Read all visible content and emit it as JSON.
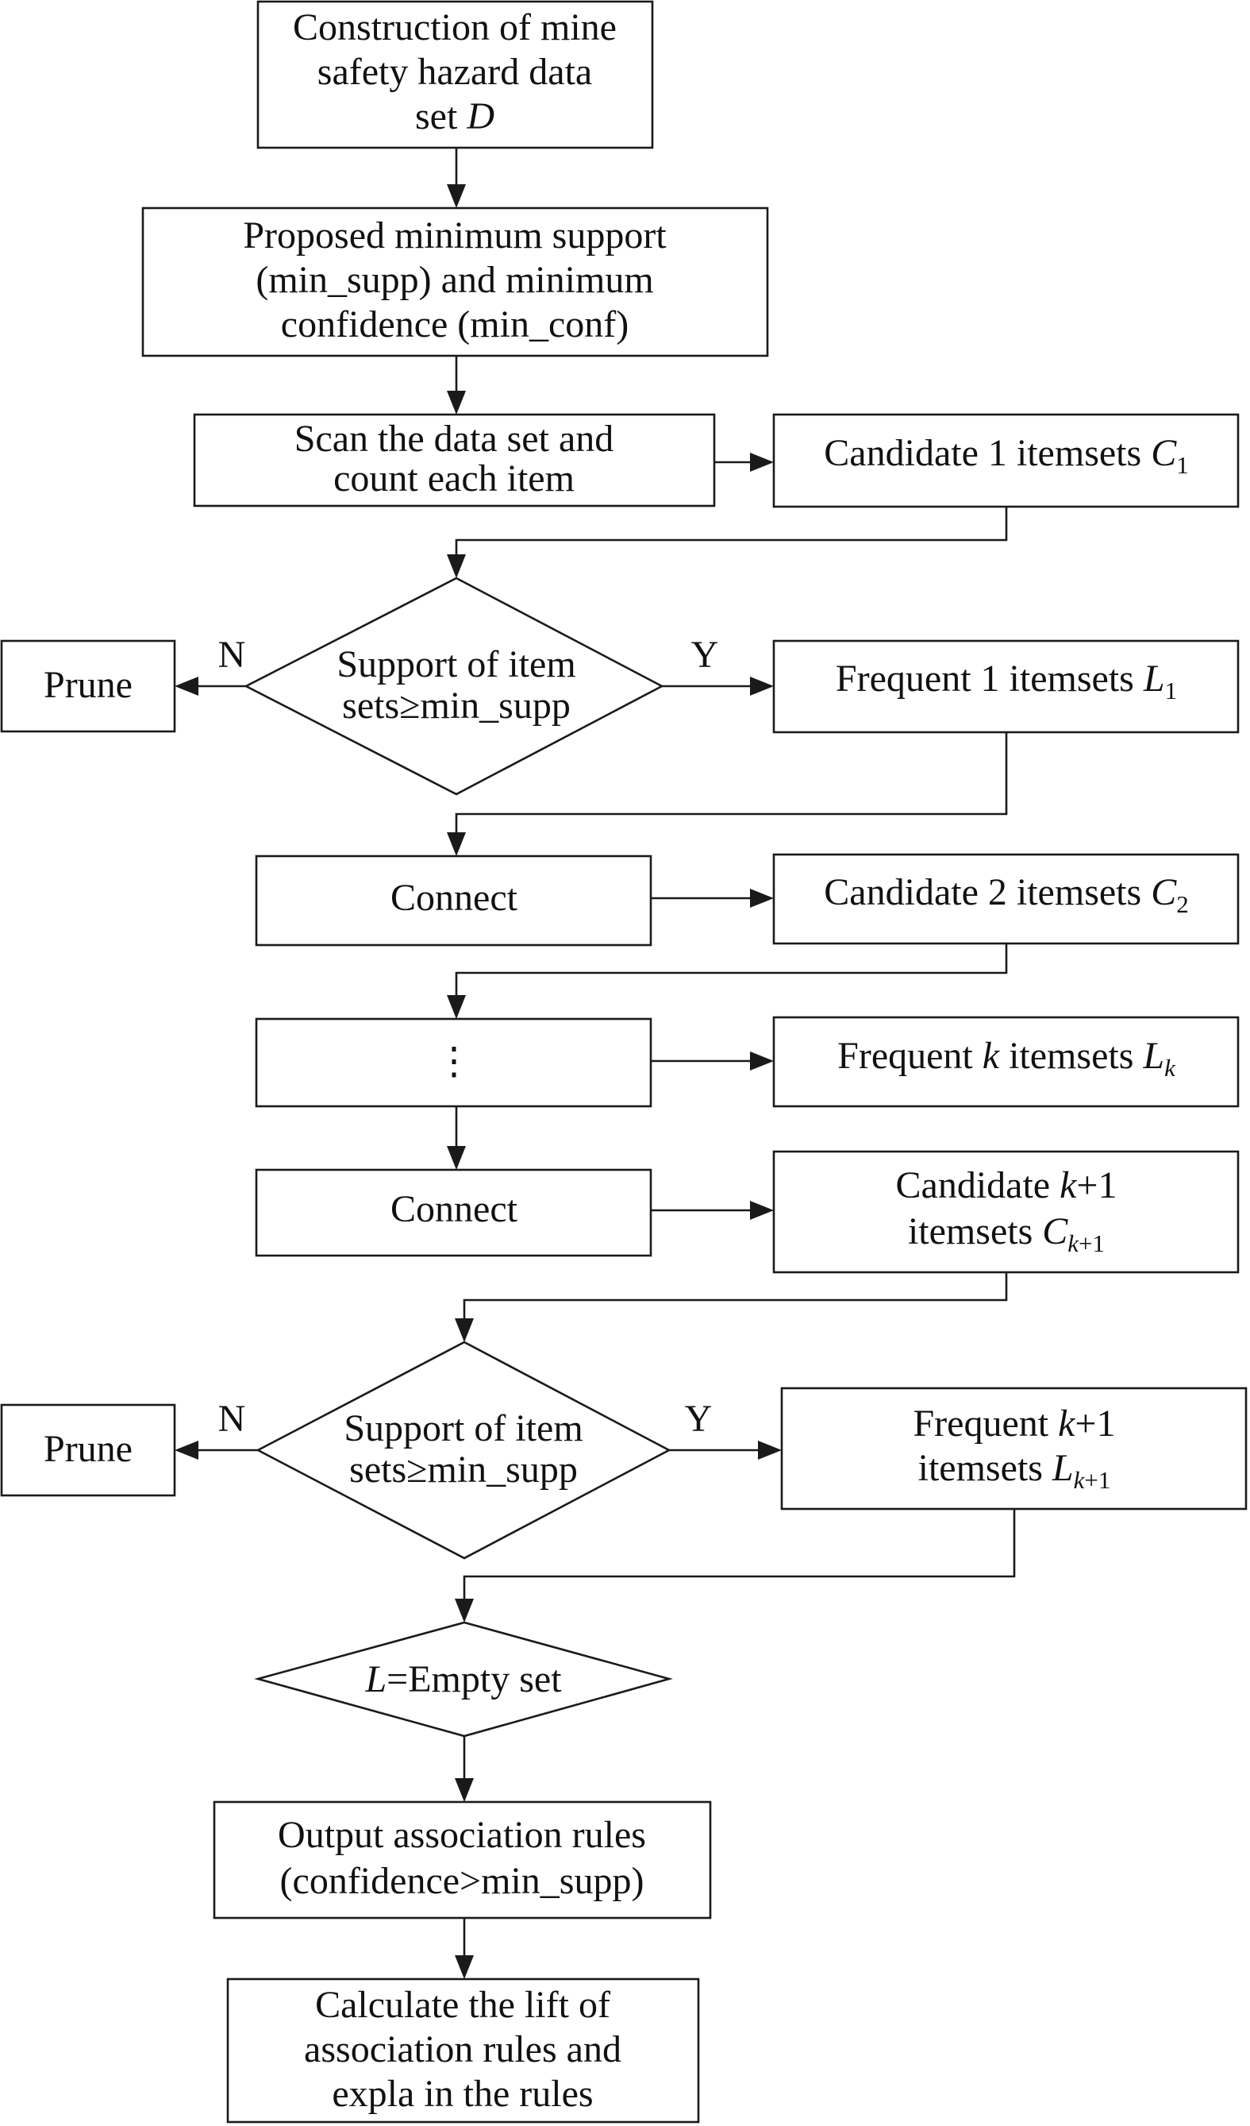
{
  "nodes": {
    "construct": {
      "lines": [
        "Construction of mine",
        "safety hazard data"
      ],
      "line3_text": "set ",
      "line3_var": "D"
    },
    "propose": {
      "lines": [
        "Proposed minimum support",
        "(min_supp) and minimum",
        "confidence (min_conf)"
      ]
    },
    "scan": {
      "lines": [
        "Scan the data set and",
        "count each item"
      ]
    },
    "cand1": {
      "text": "Candidate 1 itemsets ",
      "var": "C",
      "sub": "1"
    },
    "decision1": {
      "lines": [
        "Support of item",
        "sets≥min_supp"
      ]
    },
    "prune1": {
      "text": "Prune"
    },
    "freq1": {
      "text": "Frequent 1 itemsets ",
      "var": "L",
      "sub": "1"
    },
    "connect1": {
      "text": "Connect"
    },
    "cand2": {
      "text": "Candidate 2 itemsets ",
      "var": "C",
      "sub": "2"
    },
    "ellipsis": {
      "text": "⋮"
    },
    "freqk": {
      "pre": "Frequent ",
      "k": "k",
      "mid": " itemsets ",
      "var": "L",
      "sub": "k"
    },
    "connect2": {
      "text": "Connect"
    },
    "candk1": {
      "line1_pre": "Candidate ",
      "line1_k": "k",
      "line1_post": "+1",
      "line2_pre": "itemsets ",
      "var": "C",
      "sub_k": "k",
      "sub_post": "+1"
    },
    "decision2": {
      "lines": [
        "Support of item",
        "sets≥min_supp"
      ]
    },
    "prune2": {
      "text": "Prune"
    },
    "freqk1": {
      "line1_pre": "Frequent ",
      "line1_k": "k",
      "line1_post": "+1",
      "line2_pre": "itemsets ",
      "var": "L",
      "sub_k": "k",
      "sub_post": "+1"
    },
    "empty": {
      "var": "L",
      "text": "=Empty set"
    },
    "output": {
      "lines": [
        "Output association rules",
        "(confidence>min_supp)"
      ]
    },
    "lift": {
      "lines": [
        "Calculate the lift of",
        "association rules and",
        "expla in the rules"
      ]
    }
  },
  "labels": {
    "n1": "N",
    "y1": "Y",
    "n2": "N",
    "y2": "Y"
  }
}
